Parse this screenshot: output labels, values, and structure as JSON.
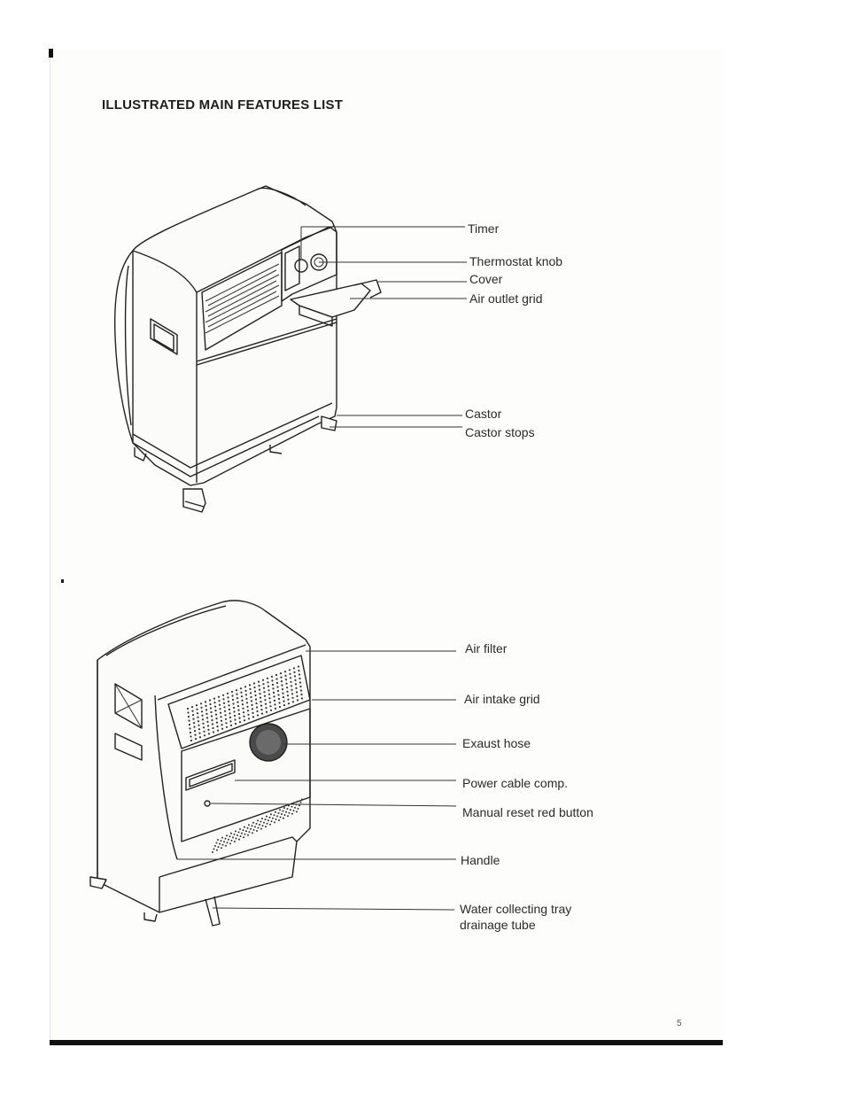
{
  "title": "ILLUSTRATED MAIN FEATURES LIST",
  "front_features": [
    "Timer",
    "Thermostat knob",
    "Cover",
    "Air outlet grid",
    "Castor",
    "Castor stops"
  ],
  "rear_features": [
    "Air filter",
    "Air intake grid",
    "Exaust hose",
    "Power cable comp.",
    "Manual reset red button",
    "Handle",
    "Water collecting tray",
    "drainage tube"
  ],
  "page_number": "5"
}
